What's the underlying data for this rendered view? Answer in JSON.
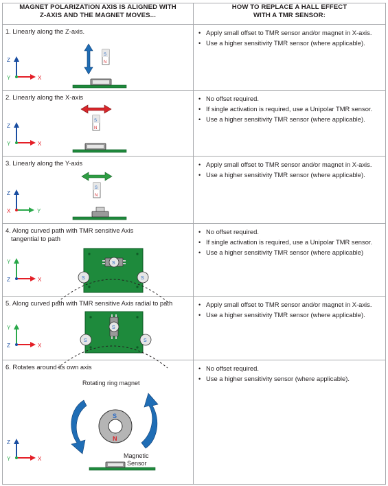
{
  "header": {
    "left_line1": "MAGNET POLARIZATION AXIS IS ALIGNED WITH",
    "left_line2": "Z-AXIS AND THE MAGNET MOVES...",
    "right_line1": "HOW TO REPLACE A HALL EFFECT",
    "right_line2": "WITH A TMR SENSOR:"
  },
  "rows": [
    {
      "title_line1": "1. Linearly along the Z-axis.",
      "title_line2": "",
      "axes": {
        "up": "Z",
        "left": "Y",
        "right": "X"
      },
      "notes": [
        "Apply small offset to TMR sensor and/or magnet in X-axis.",
        "Use a higher sensitivity TMR sensor (where applicable)."
      ]
    },
    {
      "title_line1": "2. Linearly along the X-axis",
      "title_line2": "",
      "axes": {
        "up": "Z",
        "left": "Y",
        "right": "X"
      },
      "notes": [
        "No offset required.",
        "If single activation is required, use a Unipolar TMR sensor.",
        "Use a higher sensitivity TMR sensor (where applicable)."
      ]
    },
    {
      "title_line1": "3. Linearly along the Y-axis",
      "title_line2": "",
      "axes": {
        "up": "Z",
        "left": "X",
        "right": "Y"
      },
      "notes": [
        "Apply small offset to TMR sensor and/or magnet in X-axis.",
        "Use a higher sensitivity TMR sensor (where applicable)."
      ]
    },
    {
      "title_line1": "4. Along curved path with TMR sensitive Axis",
      "title_line2": "tangential to path",
      "axes": {
        "up": "Y",
        "left": "Z",
        "right": "X"
      },
      "notes": [
        "No offset required.",
        "If single activation is required, use a Unipolar TMR sensor.",
        "Use a higher sensitivity TMR sensor (where applicable)"
      ]
    },
    {
      "title_line1": "5. Along curved path with TMR sensitive Axis radial to path",
      "title_line2": "",
      "axes": {
        "up": "Y",
        "left": "Z",
        "right": "X"
      },
      "notes": [
        "Apply small offset to TMR sensor and/or magnet in X-axis.",
        "Use a higher sensitivity TMR sensor (where applicable)."
      ]
    },
    {
      "title_line1": "6. Rotates around its own axis",
      "title_line2": "",
      "axes": {
        "up": "Z",
        "left": "Y",
        "right": "X"
      },
      "notes": [
        "No offset required.",
        "Use a higher sensitivity sensor (where applicable)."
      ]
    }
  ],
  "labels": {
    "pole_s": "S",
    "pole_n": "N",
    "ring_caption": "Rotating ring magnet",
    "sensor_caption_line1": "Magnetic",
    "sensor_caption_line2": "Sensor"
  },
  "colors": {
    "pcb_green": "#1e8a3c",
    "pcb_dark": "#0f5a26",
    "axis_blue": "#1a4ea1",
    "axis_green": "#2aa84a",
    "axis_red": "#e41e26",
    "arrow_blue": "#1f6db5",
    "arrow_red": "#d7262b",
    "arrow_green": "#2e9e44",
    "pole_blue": "#2c6cc4",
    "pole_red": "#d7262b",
    "border_gray": "#a7a9ac"
  }
}
